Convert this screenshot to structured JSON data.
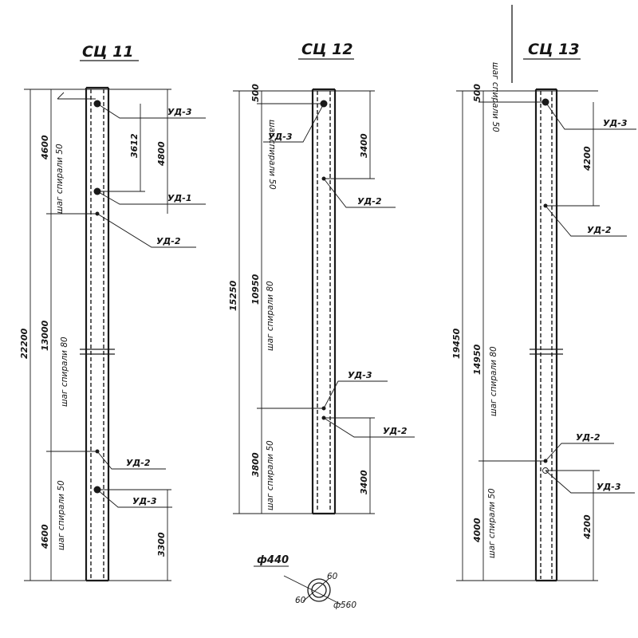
{
  "piles": [
    {
      "title": "СЦ 11",
      "total": "22200",
      "segments": [
        "4600",
        "13000",
        "4600"
      ],
      "notes": [
        "шаг спирали 50",
        "шаг спирали 80",
        "шаг спирали 50"
      ],
      "inner_dims": [
        "3612",
        "4800",
        "3300"
      ],
      "tags": [
        "УД-3",
        "УД-1",
        "УД-2",
        "УД-2",
        "УД-3"
      ]
    },
    {
      "title": "СЦ 12",
      "total": "15250",
      "segments": [
        "500",
        "10950",
        "3800"
      ],
      "notes": [
        "шаг спирали 50",
        "шаг спирали 80",
        "шаг спирали 50"
      ],
      "inner_dims": [
        "3400",
        "3400"
      ],
      "tags": [
        "УД-3",
        "УД-2",
        "УД-3",
        "УД-2"
      ]
    },
    {
      "title": "СЦ 13",
      "total": "19450",
      "segments": [
        "500",
        "14950",
        "4000"
      ],
      "notes": [
        "шаг спирали 50",
        "шаг спирали 80",
        "шаг спирали 50"
      ],
      "inner_dims": [
        "4200",
        "4200"
      ],
      "tags": [
        "УД-3",
        "УД-2",
        "УД-2",
        "УД-3"
      ]
    }
  ],
  "section": {
    "label": "ф440",
    "dims": [
      "60",
      "60",
      "ф560"
    ]
  }
}
